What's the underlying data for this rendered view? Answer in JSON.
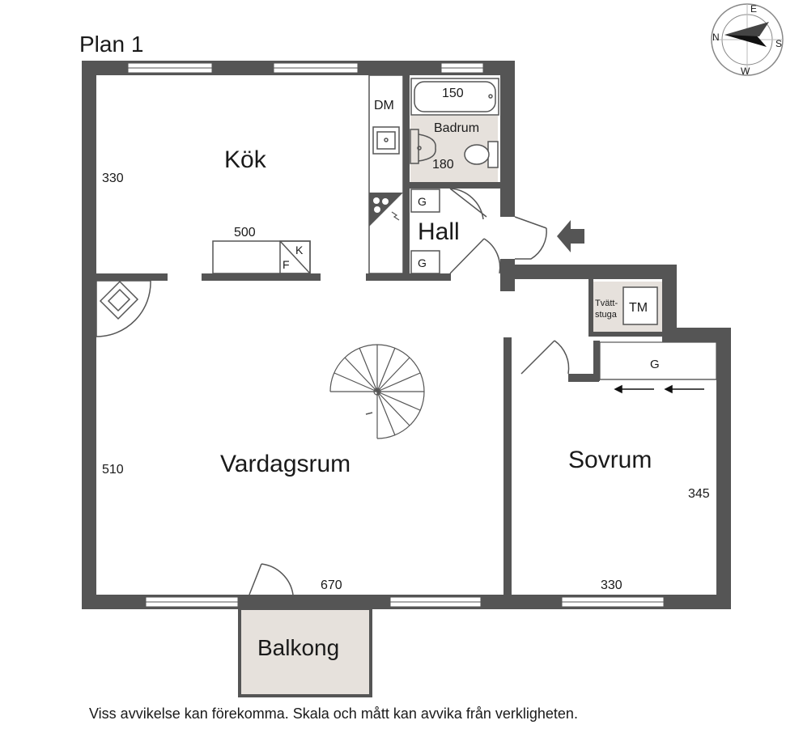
{
  "plan_title": "Plan 1",
  "compass": {
    "n": "N",
    "e": "E",
    "s": "S",
    "w": "W"
  },
  "rooms": {
    "kitchen": "Kök",
    "living": "Vardagsrum",
    "bedroom": "Sovrum",
    "hall": "Hall",
    "bathroom": "Badrum",
    "laundry_line1": "Tvätt-",
    "laundry_line2": "stuga",
    "balcony": "Balkong"
  },
  "fixtures": {
    "dishwasher": "DM",
    "washing_machine": "TM",
    "fridge": "K",
    "freezer": "F",
    "wardrobe_hall_top": "G",
    "wardrobe_hall_bottom": "G",
    "wardrobe_bedroom": "G"
  },
  "dimensions": {
    "kitchen_height": "330",
    "kitchen_width": "500",
    "living_height": "510",
    "living_width": "670",
    "bedroom_height": "345",
    "bedroom_width": "330",
    "bath_width": "150",
    "bath_height": "180"
  },
  "disclaimer": "Viss avvikelse kan förekomma. Skala och mått kan avvika från verkligheten.",
  "colors": {
    "wall": "#555555",
    "tile": "#e6e1dc",
    "background": "#ffffff"
  }
}
